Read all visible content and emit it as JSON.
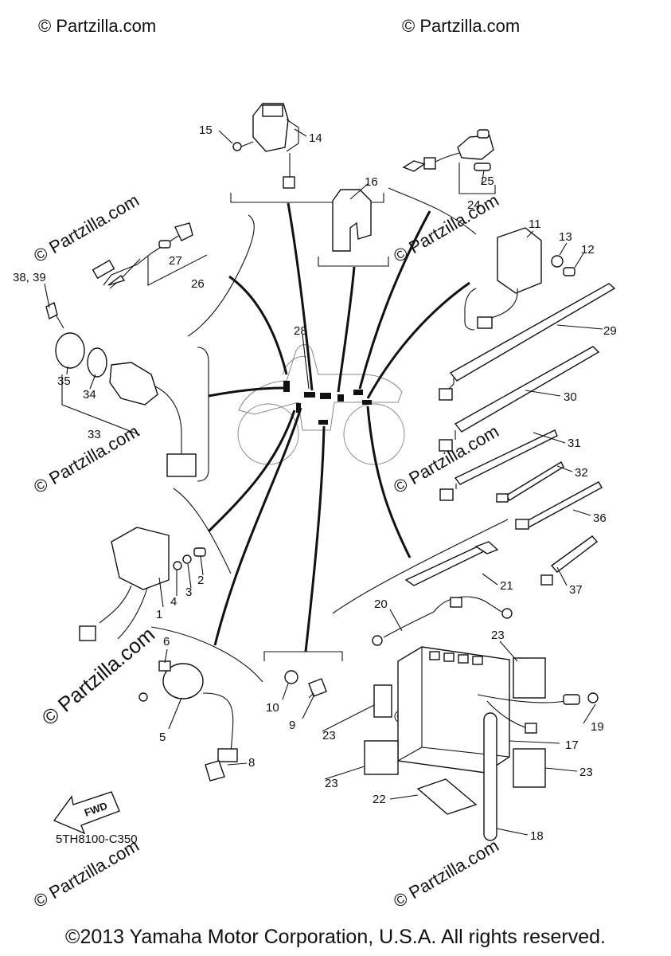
{
  "diagram_code": "5TH8100-C350",
  "fwd_arrow_label": "FWD",
  "copyright": "©2013 Yamaha Motor Corporation, U.S.A. All rights reserved.",
  "watermark_text": "© Partzilla.com",
  "callouts": {
    "p1": "1",
    "p2": "2",
    "p3": "3",
    "p4": "4",
    "p5": "5",
    "p6": "6",
    "p8": "8",
    "p9": "9",
    "p10": "10",
    "p11": "11",
    "p12": "12",
    "p13": "13",
    "p14": "14",
    "p15": "15",
    "p16": "16",
    "p17": "17",
    "p18": "18",
    "p19": "19",
    "p20": "20",
    "p21": "21",
    "p22": "22",
    "p23a": "23",
    "p23b": "23",
    "p23c": "23",
    "p23d": "23",
    "p24": "24",
    "p25": "25",
    "p26": "26",
    "p27": "27",
    "p28": "28",
    "p29": "29",
    "p30": "30",
    "p31": "31",
    "p32": "32",
    "p33": "33",
    "p34": "34",
    "p35": "35",
    "p36": "36",
    "p37": "37",
    "p38_39": "38, 39"
  }
}
